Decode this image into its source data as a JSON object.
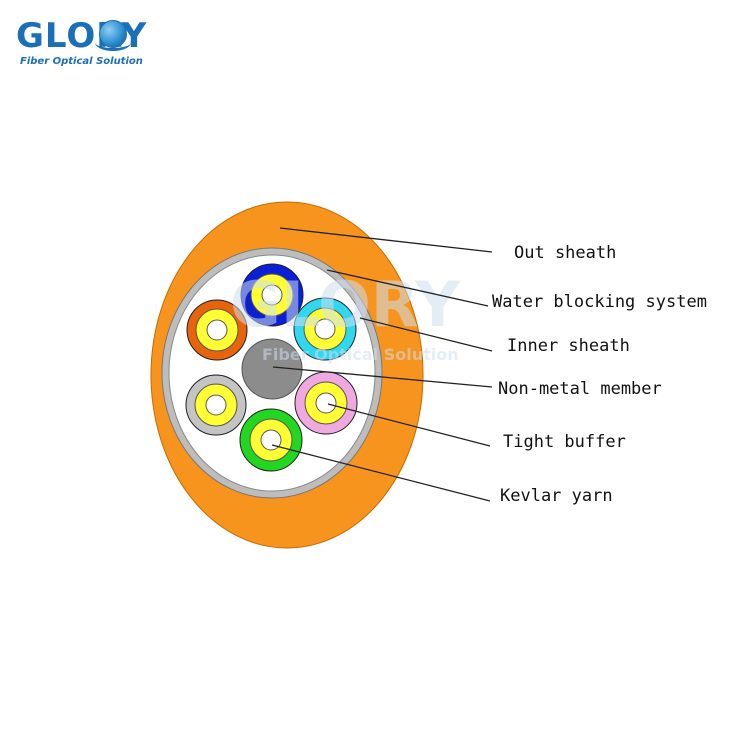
{
  "brand": {
    "name": "GLORY",
    "tagline": "Fiber Optical Solution",
    "watermark_name": "GLORY",
    "watermark_tagline": "Fiber Optical Solution",
    "color": "#1b6fb8"
  },
  "labels": {
    "out_sheath": "Out sheath",
    "water_blocking": "Water blocking system",
    "inner_sheath": "Inner sheath",
    "non_metal": "Non-metal member",
    "tight_buffer": "Tight buffer",
    "kevlar": "Kevlar yarn"
  },
  "colors": {
    "outer_sheath": "#f7941d",
    "inner_ring": "#bdbdbd",
    "center_member": "#8c8c8c",
    "fiber_core": "#ffff33",
    "fiber_blue": "#0a1fd6",
    "fiber_cyan": "#2fd8f0",
    "fiber_pink": "#f0a8e0",
    "fiber_green": "#22d622",
    "fiber_grey": "#c4c4c4",
    "fiber_orange": "#e8640c"
  }
}
